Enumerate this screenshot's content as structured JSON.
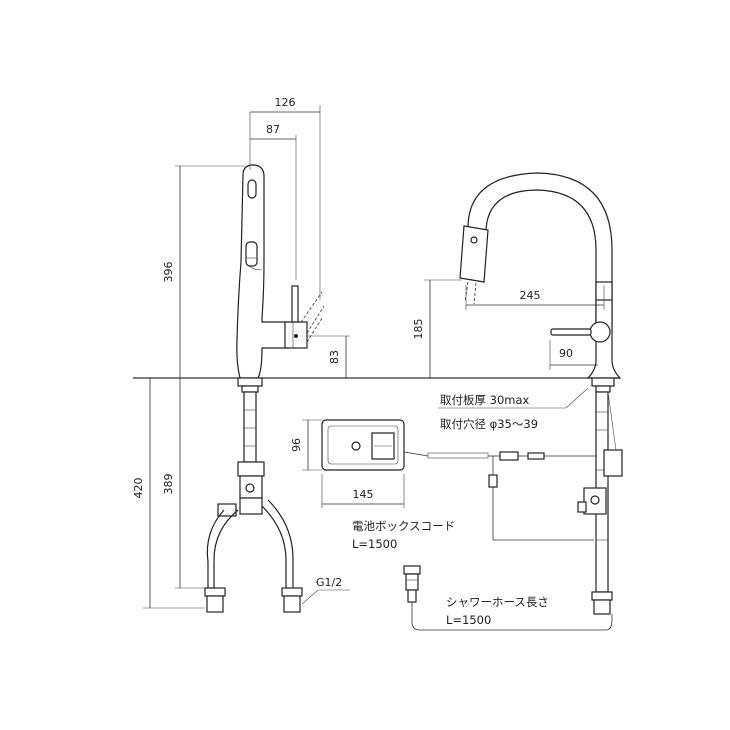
{
  "dimensions": {
    "d126": "126",
    "d87": "87",
    "d396": "396",
    "d83": "83",
    "d420": "420",
    "d389": "389",
    "d245": "245",
    "d185": "185",
    "d90": "90",
    "d96": "96",
    "d145": "145"
  },
  "labels": {
    "g12": "G1/2",
    "mount_thickness": "取付板厚 30max",
    "mount_hole": "取付穴径 φ35～39",
    "battery_cord": "電池ボックスコード",
    "battery_cord_len": "L=1500",
    "shower_hose": "シャワーホース長さ",
    "shower_hose_len": "L=1500"
  }
}
